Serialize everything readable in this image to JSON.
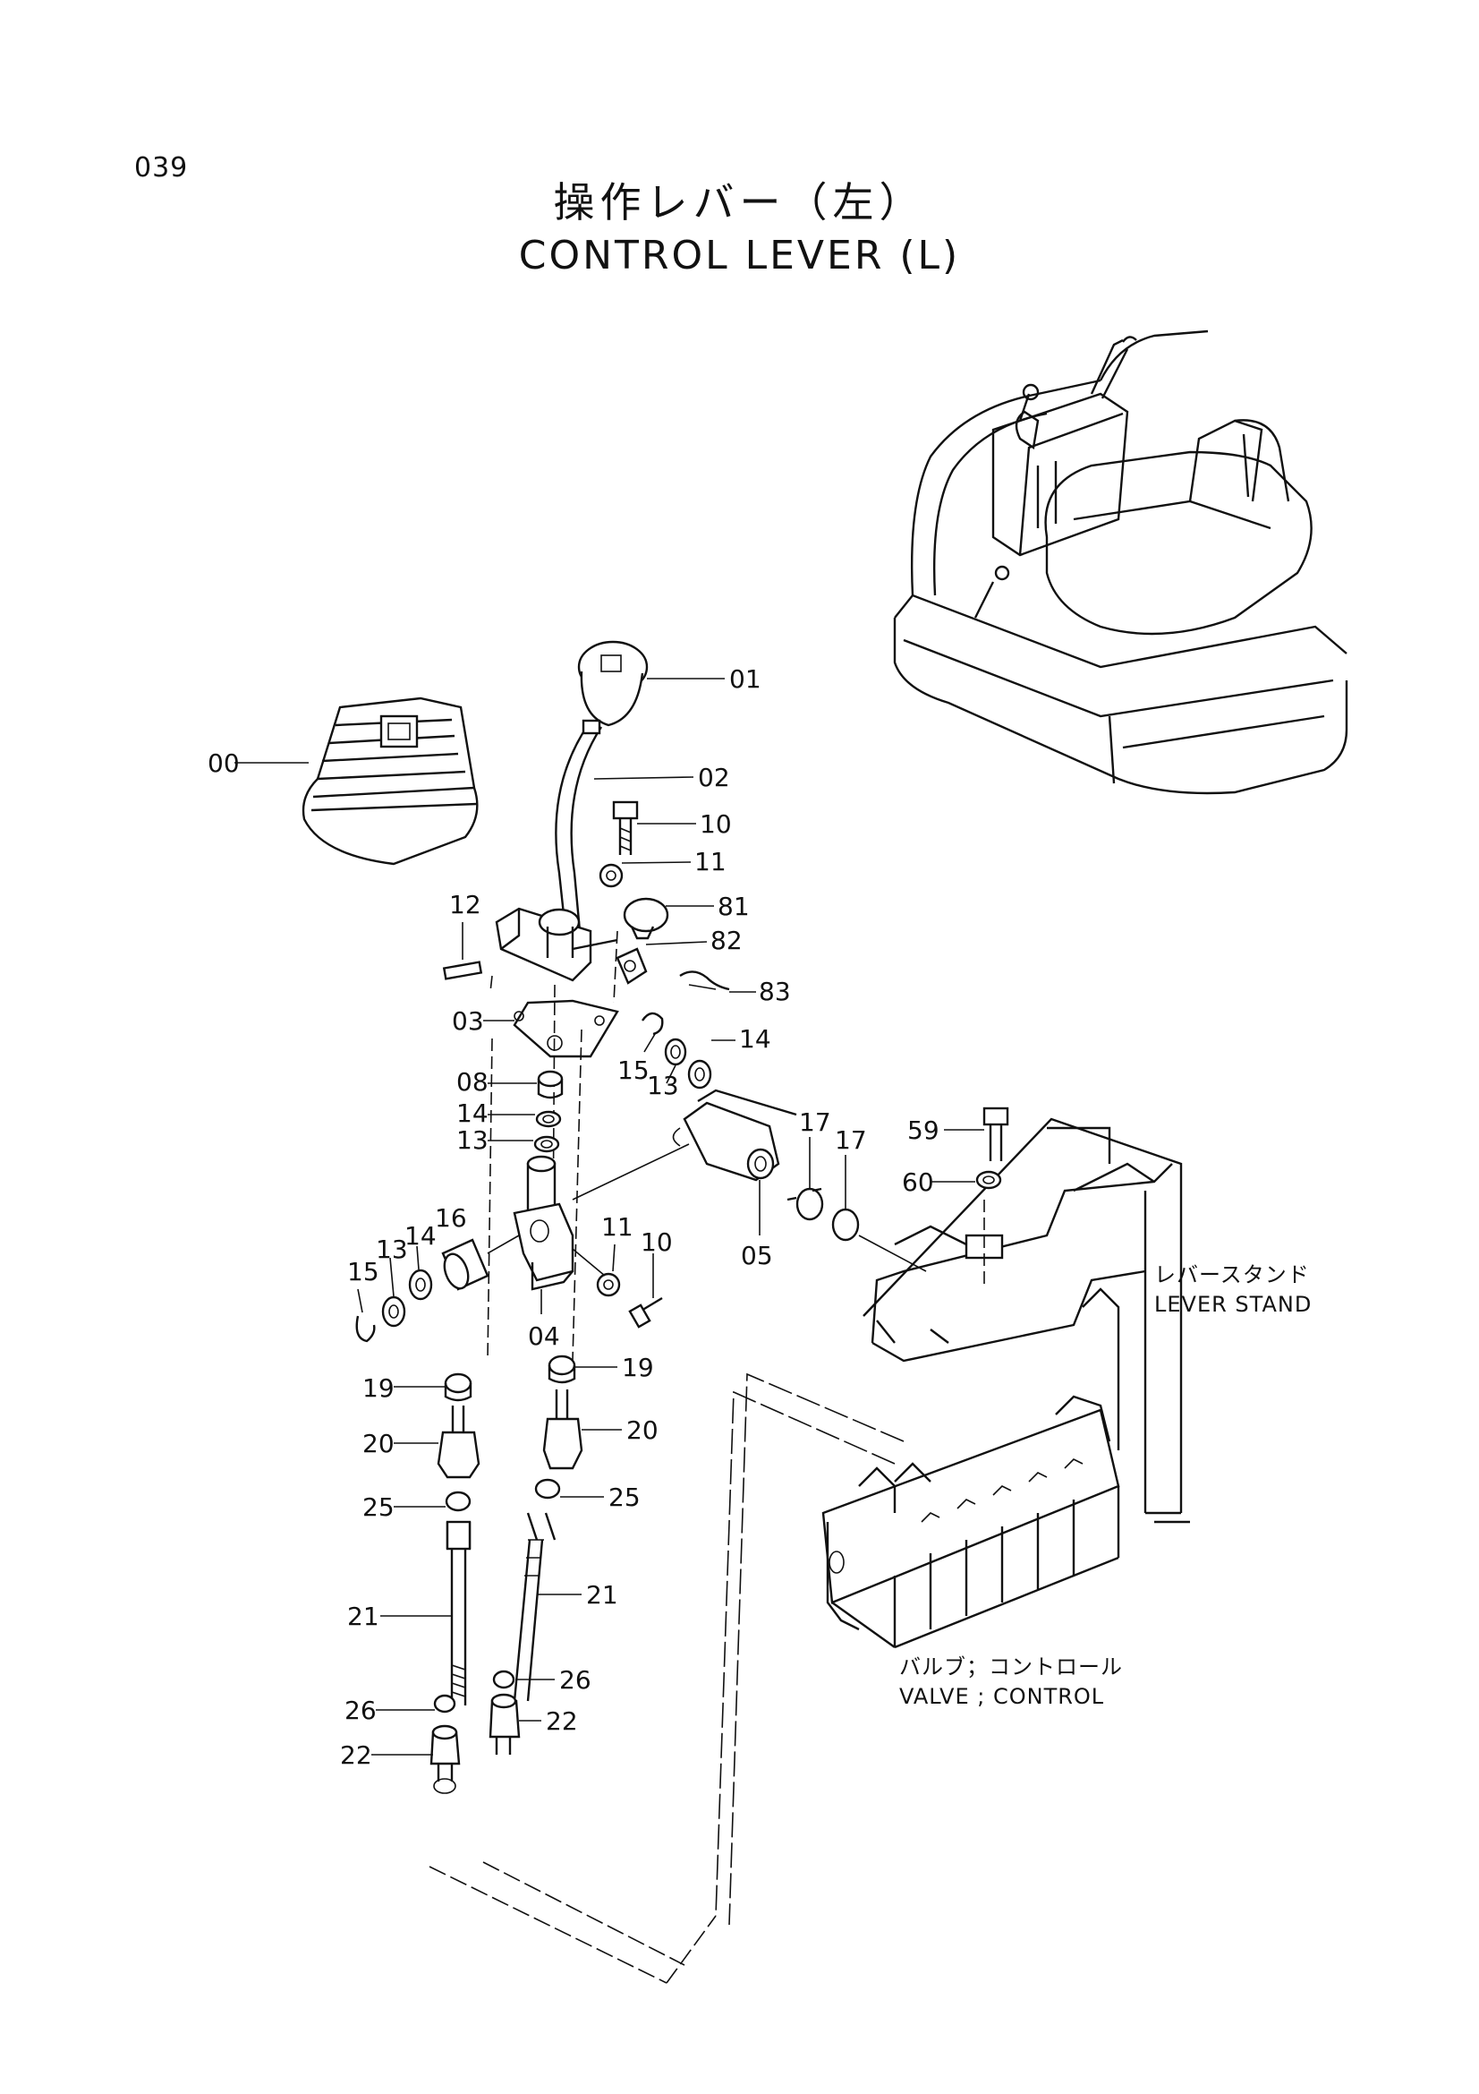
{
  "page": {
    "number": "039"
  },
  "title": {
    "jp": "操作レバー（左）",
    "en": "CONTROL LEVER (L)"
  },
  "callouts": [
    {
      "id": "01",
      "text": "01"
    },
    {
      "id": "00",
      "text": "00"
    },
    {
      "id": "02",
      "text": "02"
    },
    {
      "id": "10a",
      "text": "10"
    },
    {
      "id": "11a",
      "text": "11"
    },
    {
      "id": "81",
      "text": "81"
    },
    {
      "id": "12",
      "text": "12"
    },
    {
      "id": "82",
      "text": "82"
    },
    {
      "id": "83",
      "text": "83"
    },
    {
      "id": "03",
      "text": "03"
    },
    {
      "id": "14a",
      "text": "14"
    },
    {
      "id": "15a",
      "text": "15"
    },
    {
      "id": "13a",
      "text": "13"
    },
    {
      "id": "08",
      "text": "08"
    },
    {
      "id": "14b",
      "text": "14"
    },
    {
      "id": "13b",
      "text": "13"
    },
    {
      "id": "17a",
      "text": "17"
    },
    {
      "id": "17b",
      "text": "17"
    },
    {
      "id": "59",
      "text": "59"
    },
    {
      "id": "60",
      "text": "60"
    },
    {
      "id": "05",
      "text": "05"
    },
    {
      "id": "16",
      "text": "16"
    },
    {
      "id": "13c",
      "text": "13"
    },
    {
      "id": "14c",
      "text": "14"
    },
    {
      "id": "15b",
      "text": "15"
    },
    {
      "id": "11b",
      "text": "11"
    },
    {
      "id": "10b",
      "text": "10"
    },
    {
      "id": "04",
      "text": "04"
    },
    {
      "id": "19a",
      "text": "19"
    },
    {
      "id": "19b",
      "text": "19"
    },
    {
      "id": "20a",
      "text": "20"
    },
    {
      "id": "20b",
      "text": "20"
    },
    {
      "id": "25a",
      "text": "25"
    },
    {
      "id": "25b",
      "text": "25"
    },
    {
      "id": "21a",
      "text": "21"
    },
    {
      "id": "21b",
      "text": "21"
    },
    {
      "id": "26a",
      "text": "26"
    },
    {
      "id": "26b",
      "text": "26"
    },
    {
      "id": "22a",
      "text": "22"
    },
    {
      "id": "22b",
      "text": "22"
    }
  ],
  "components": {
    "lever_stand": {
      "jp": "レバースタンド",
      "en": "LEVER STAND"
    },
    "control_valve": {
      "jp": "バルブ；コントロール",
      "en": "VALVE ; CONTROL"
    }
  }
}
